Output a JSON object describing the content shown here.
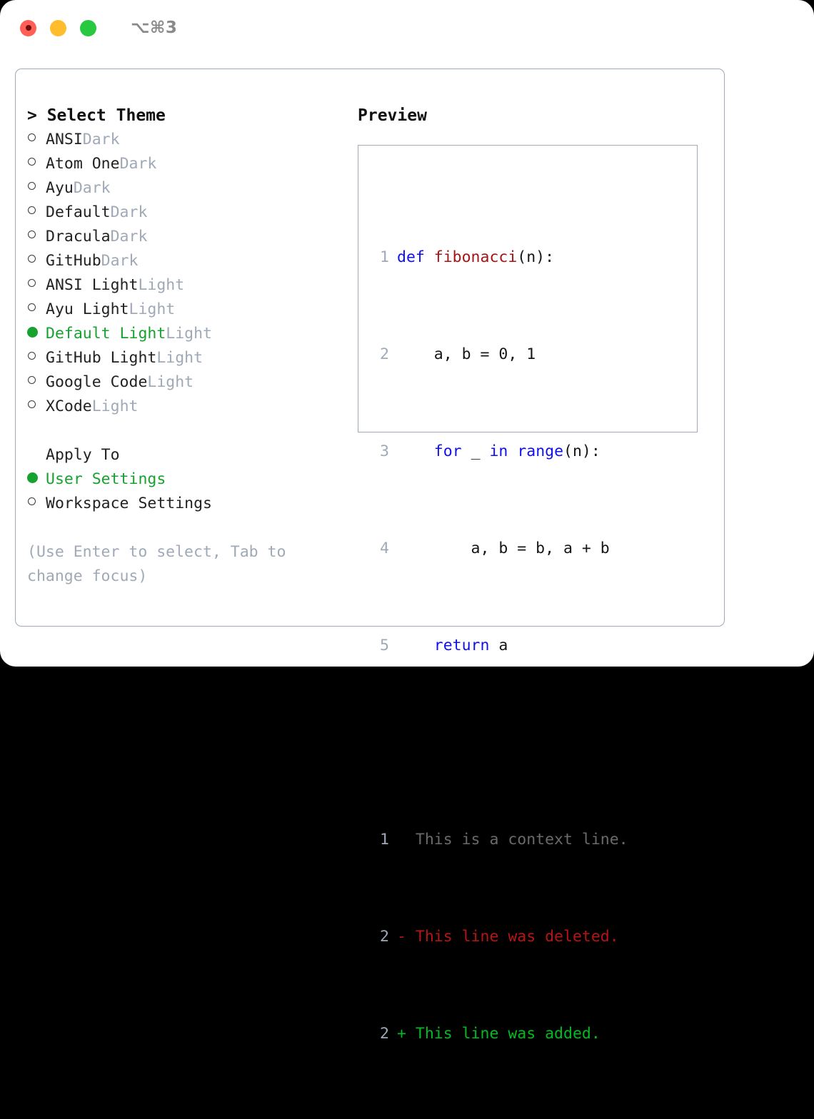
{
  "titlebar": {
    "lights": [
      {
        "name": "close",
        "color": "#ff5f57"
      },
      {
        "name": "minimize",
        "color": "#ffbd2e"
      },
      {
        "name": "maximize",
        "color": "#28c840"
      }
    ],
    "shortcut": "⌥⌘3"
  },
  "theme_picker": {
    "header": "> Select Theme",
    "options": [
      {
        "label": "ANSI",
        "badge": "Dark",
        "selected": false
      },
      {
        "label": "Atom One",
        "badge": "Dark",
        "selected": false
      },
      {
        "label": "Ayu",
        "badge": "Dark",
        "selected": false
      },
      {
        "label": "Default",
        "badge": "Dark",
        "selected": false
      },
      {
        "label": "Dracula",
        "badge": "Dark",
        "selected": false
      },
      {
        "label": "GitHub",
        "badge": "Dark",
        "selected": false
      },
      {
        "label": "ANSI Light",
        "badge": "Light",
        "selected": false
      },
      {
        "label": "Ayu Light",
        "badge": "Light",
        "selected": false
      },
      {
        "label": "Default Light",
        "badge": "Light",
        "selected": true
      },
      {
        "label": "GitHub Light",
        "badge": "Light",
        "selected": false
      },
      {
        "label": "Google Code",
        "badge": "Light",
        "selected": false
      },
      {
        "label": "XCode",
        "badge": "Light",
        "selected": false
      }
    ]
  },
  "apply_to": {
    "title": "Apply To",
    "options": [
      {
        "label": "User Settings",
        "selected": true
      },
      {
        "label": "Workspace Settings",
        "selected": false
      }
    ]
  },
  "hint": "(Use Enter to select, Tab to change focus)",
  "preview": {
    "title": "Preview",
    "code_lines": [
      {
        "no": "1",
        "tokens": [
          {
            "t": "def ",
            "c": "tok-kw"
          },
          {
            "t": "fibonacci",
            "c": "tok-fn"
          },
          {
            "t": "(n):",
            "c": "tok-plain"
          }
        ]
      },
      {
        "no": "2",
        "tokens": [
          {
            "t": "    a, b = 0, 1",
            "c": "tok-plain"
          }
        ]
      },
      {
        "no": "3",
        "tokens": [
          {
            "t": "    ",
            "c": "tok-plain"
          },
          {
            "t": "for",
            "c": "tok-kw"
          },
          {
            "t": " _ ",
            "c": "tok-plain"
          },
          {
            "t": "in ",
            "c": "tok-kw"
          },
          {
            "t": "range",
            "c": "tok-kw"
          },
          {
            "t": "(n):",
            "c": "tok-plain"
          }
        ]
      },
      {
        "no": "4",
        "tokens": [
          {
            "t": "        a, b = b, a + b",
            "c": "tok-plain"
          }
        ]
      },
      {
        "no": "5",
        "tokens": [
          {
            "t": "    ",
            "c": "tok-plain"
          },
          {
            "t": "return",
            "c": "tok-kw"
          },
          {
            "t": " a",
            "c": "tok-plain"
          }
        ]
      }
    ],
    "diff_lines": [
      {
        "no": "1",
        "text": "  This is a context line.",
        "cls": "diff-ctx"
      },
      {
        "no": "2",
        "text": "- This line was deleted.",
        "cls": "diff-del"
      },
      {
        "no": "2",
        "text": "+ This line was added.",
        "cls": "diff-add"
      }
    ]
  },
  "colors": {
    "accent_green": "#17a22f",
    "muted": "#9fa9b7",
    "keyword_blue": "#1010ee",
    "function_red": "#a51414",
    "diff_add": "#00bb22",
    "diff_del": "#b81414",
    "border": "#9fa9b7"
  }
}
